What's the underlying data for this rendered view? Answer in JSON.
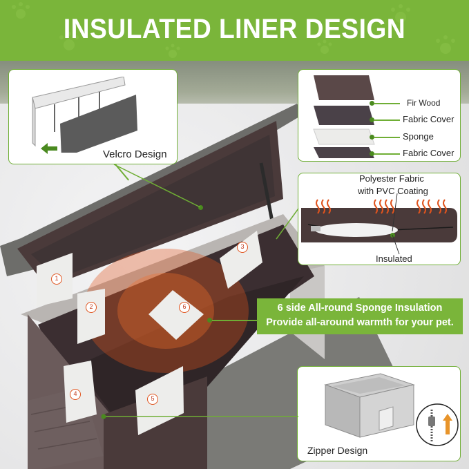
{
  "banner": {
    "title": "INSULATED LINER DESIGN"
  },
  "callouts": {
    "velcro": "Velcro Design",
    "layers": {
      "fir_wood": "Fir Wood",
      "fabric_cover_1": "Fabric Cover",
      "sponge": "Sponge",
      "fabric_cover_2": "Fabric Cover"
    },
    "polyester_line1": "Polyester Fabric",
    "polyester_line2": "with PVC Coating",
    "insulated": "Insulated",
    "zipper": "Zipper Design"
  },
  "sponge_banner": {
    "line1": "6 side All-round Sponge Insulation",
    "line2": "Provide all-around warmth for your pet."
  },
  "panel_numbers": [
    "1",
    "2",
    "3",
    "4",
    "5",
    "6"
  ],
  "colors": {
    "accent": "#7ab53a",
    "wood": "#4a3a3a",
    "panel": "#ededeb",
    "heat": "#e0531d"
  }
}
